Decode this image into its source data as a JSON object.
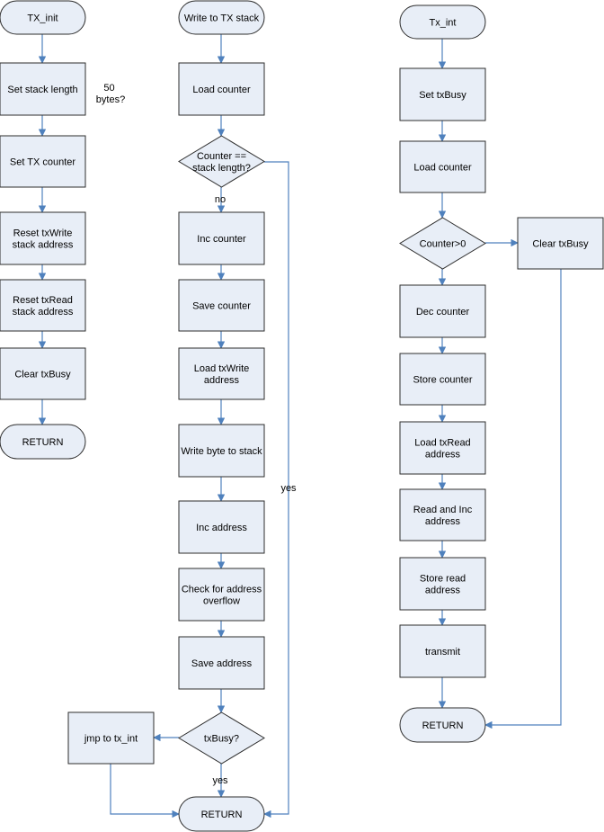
{
  "colors": {
    "node_fill": "#e8eef7",
    "node_stroke": "#2e2e2e",
    "edge": "#4f81bd",
    "background": "#ffffff"
  },
  "nodes": {
    "tx_init": {
      "shape": "terminator",
      "lines": [
        "TX_init"
      ]
    },
    "set_stack_length": {
      "shape": "process",
      "lines": [
        "Set stack length"
      ]
    },
    "set_tx_counter": {
      "shape": "process",
      "lines": [
        "Set TX counter"
      ]
    },
    "reset_txwrite": {
      "shape": "process",
      "lines": [
        "Reset txWrite",
        "stack address"
      ]
    },
    "reset_txread": {
      "shape": "process",
      "lines": [
        "Reset txRead",
        "stack address"
      ]
    },
    "clear_txbusy_1": {
      "shape": "process",
      "lines": [
        "Clear txBusy"
      ]
    },
    "return_1": {
      "shape": "terminator",
      "lines": [
        "RETURN"
      ]
    },
    "write_to_tx_stack": {
      "shape": "terminator",
      "lines": [
        "Write to TX stack"
      ]
    },
    "load_counter_1": {
      "shape": "process",
      "lines": [
        "Load counter"
      ]
    },
    "counter_eq_len": {
      "shape": "decision",
      "lines": [
        "Counter ==",
        "stack length?"
      ]
    },
    "inc_counter": {
      "shape": "process",
      "lines": [
        "Inc counter"
      ]
    },
    "save_counter": {
      "shape": "process",
      "lines": [
        "Save counter"
      ]
    },
    "load_txwrite_addr": {
      "shape": "process",
      "lines": [
        "Load txWrite",
        "address"
      ]
    },
    "write_byte": {
      "shape": "process",
      "lines": [
        "Write byte to stack"
      ]
    },
    "inc_address": {
      "shape": "process",
      "lines": [
        "Inc address"
      ]
    },
    "check_overflow": {
      "shape": "process",
      "lines": [
        "Check for address",
        "overflow"
      ]
    },
    "save_address": {
      "shape": "process",
      "lines": [
        "Save address"
      ]
    },
    "txbusy_q": {
      "shape": "decision",
      "lines": [
        "txBusy?"
      ]
    },
    "jmp_tx_int": {
      "shape": "process",
      "lines": [
        "jmp to tx_int"
      ]
    },
    "return_2": {
      "shape": "terminator",
      "lines": [
        "RETURN"
      ]
    },
    "tx_int": {
      "shape": "terminator",
      "lines": [
        "Tx_int"
      ]
    },
    "set_txbusy": {
      "shape": "process",
      "lines": [
        "Set txBusy"
      ]
    },
    "load_counter_2": {
      "shape": "process",
      "lines": [
        "Load counter"
      ]
    },
    "counter_gt_0": {
      "shape": "decision",
      "lines": [
        "Counter>0"
      ]
    },
    "clear_txbusy_2": {
      "shape": "process",
      "lines": [
        "Clear txBusy"
      ]
    },
    "dec_counter": {
      "shape": "process",
      "lines": [
        "Dec counter"
      ]
    },
    "store_counter": {
      "shape": "process",
      "lines": [
        "Store counter"
      ]
    },
    "load_txread_addr": {
      "shape": "process",
      "lines": [
        "Load txRead",
        "address"
      ]
    },
    "read_inc_addr": {
      "shape": "process",
      "lines": [
        "Read and Inc",
        "address"
      ]
    },
    "store_read_addr": {
      "shape": "process",
      "lines": [
        "Store read",
        "address"
      ]
    },
    "transmit": {
      "shape": "process",
      "lines": [
        "transmit"
      ]
    },
    "return_3": {
      "shape": "terminator",
      "lines": [
        "RETURN"
      ]
    }
  },
  "annotations": {
    "stack_size": [
      "50",
      "bytes?"
    ],
    "no_label": "no",
    "yes_label_1": "yes",
    "yes_label_2": "yes"
  }
}
